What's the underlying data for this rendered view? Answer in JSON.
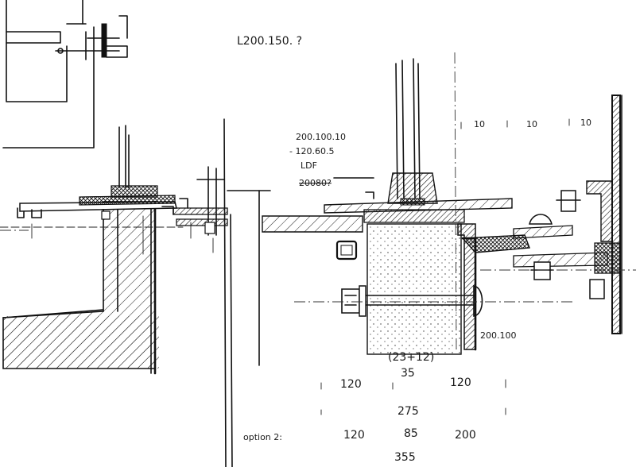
{
  "annotations": {
    "profile_note": "L200.150. ?",
    "section_1": "200.100.10",
    "section_2": "- 120.60.5",
    "section_3": "LDF",
    "section_4": "20080?",
    "steel_note": "200.100",
    "top_dim_1": "10",
    "top_dim_2": "10",
    "top_dim_3": "10",
    "core_dim_a": "(23+12)",
    "core_dim_b": "35",
    "dim_row1_left": "120",
    "dim_row1_right": "120",
    "dim_row2": "275",
    "option_label": "option 2:",
    "option_v1": "120",
    "option_v2": "85",
    "option_v3": "200",
    "total": "355"
  },
  "colors": {
    "ink": "#111111",
    "paper": "#ffffff"
  }
}
